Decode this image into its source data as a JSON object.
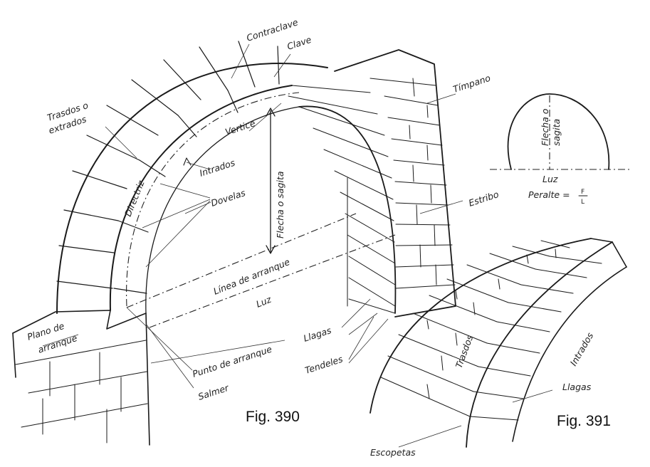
{
  "fig390": {
    "caption": "Fig. 390",
    "labels": {
      "trasdos_line1": "Trasdos o",
      "trasdos_line2": "extrados",
      "contraclave": "Contraclave",
      "clave": "Clave",
      "timpano": "Tímpano",
      "vertice": "Vertice",
      "intrados": "Intrados",
      "directriz": "Directriz",
      "dovelas": "Dovelas",
      "flecha": "Flecha o sagita",
      "estribo": "Estribo",
      "linea_arranque": "Línea de arranque",
      "luz": "Luz",
      "plano_line1": "Plano de",
      "plano_line2": "arranque",
      "punto_arranque": "Punto de arranque",
      "salmer": "Salmer",
      "llagas": "Llagas",
      "tendeles": "Tendeles"
    }
  },
  "fig391": {
    "caption": "Fig. 391",
    "labels": {
      "trasdos": "Trasdos",
      "intrados": "Intrados",
      "llagas": "Llagas",
      "escopetas": "Escopetas"
    }
  },
  "peralte_figure": {
    "flecha_line1": "Flecha o",
    "flecha_line2": "sagita",
    "luz": "Luz",
    "peralte_label": "Peralte =",
    "numerator": "F",
    "denominator": "L"
  }
}
